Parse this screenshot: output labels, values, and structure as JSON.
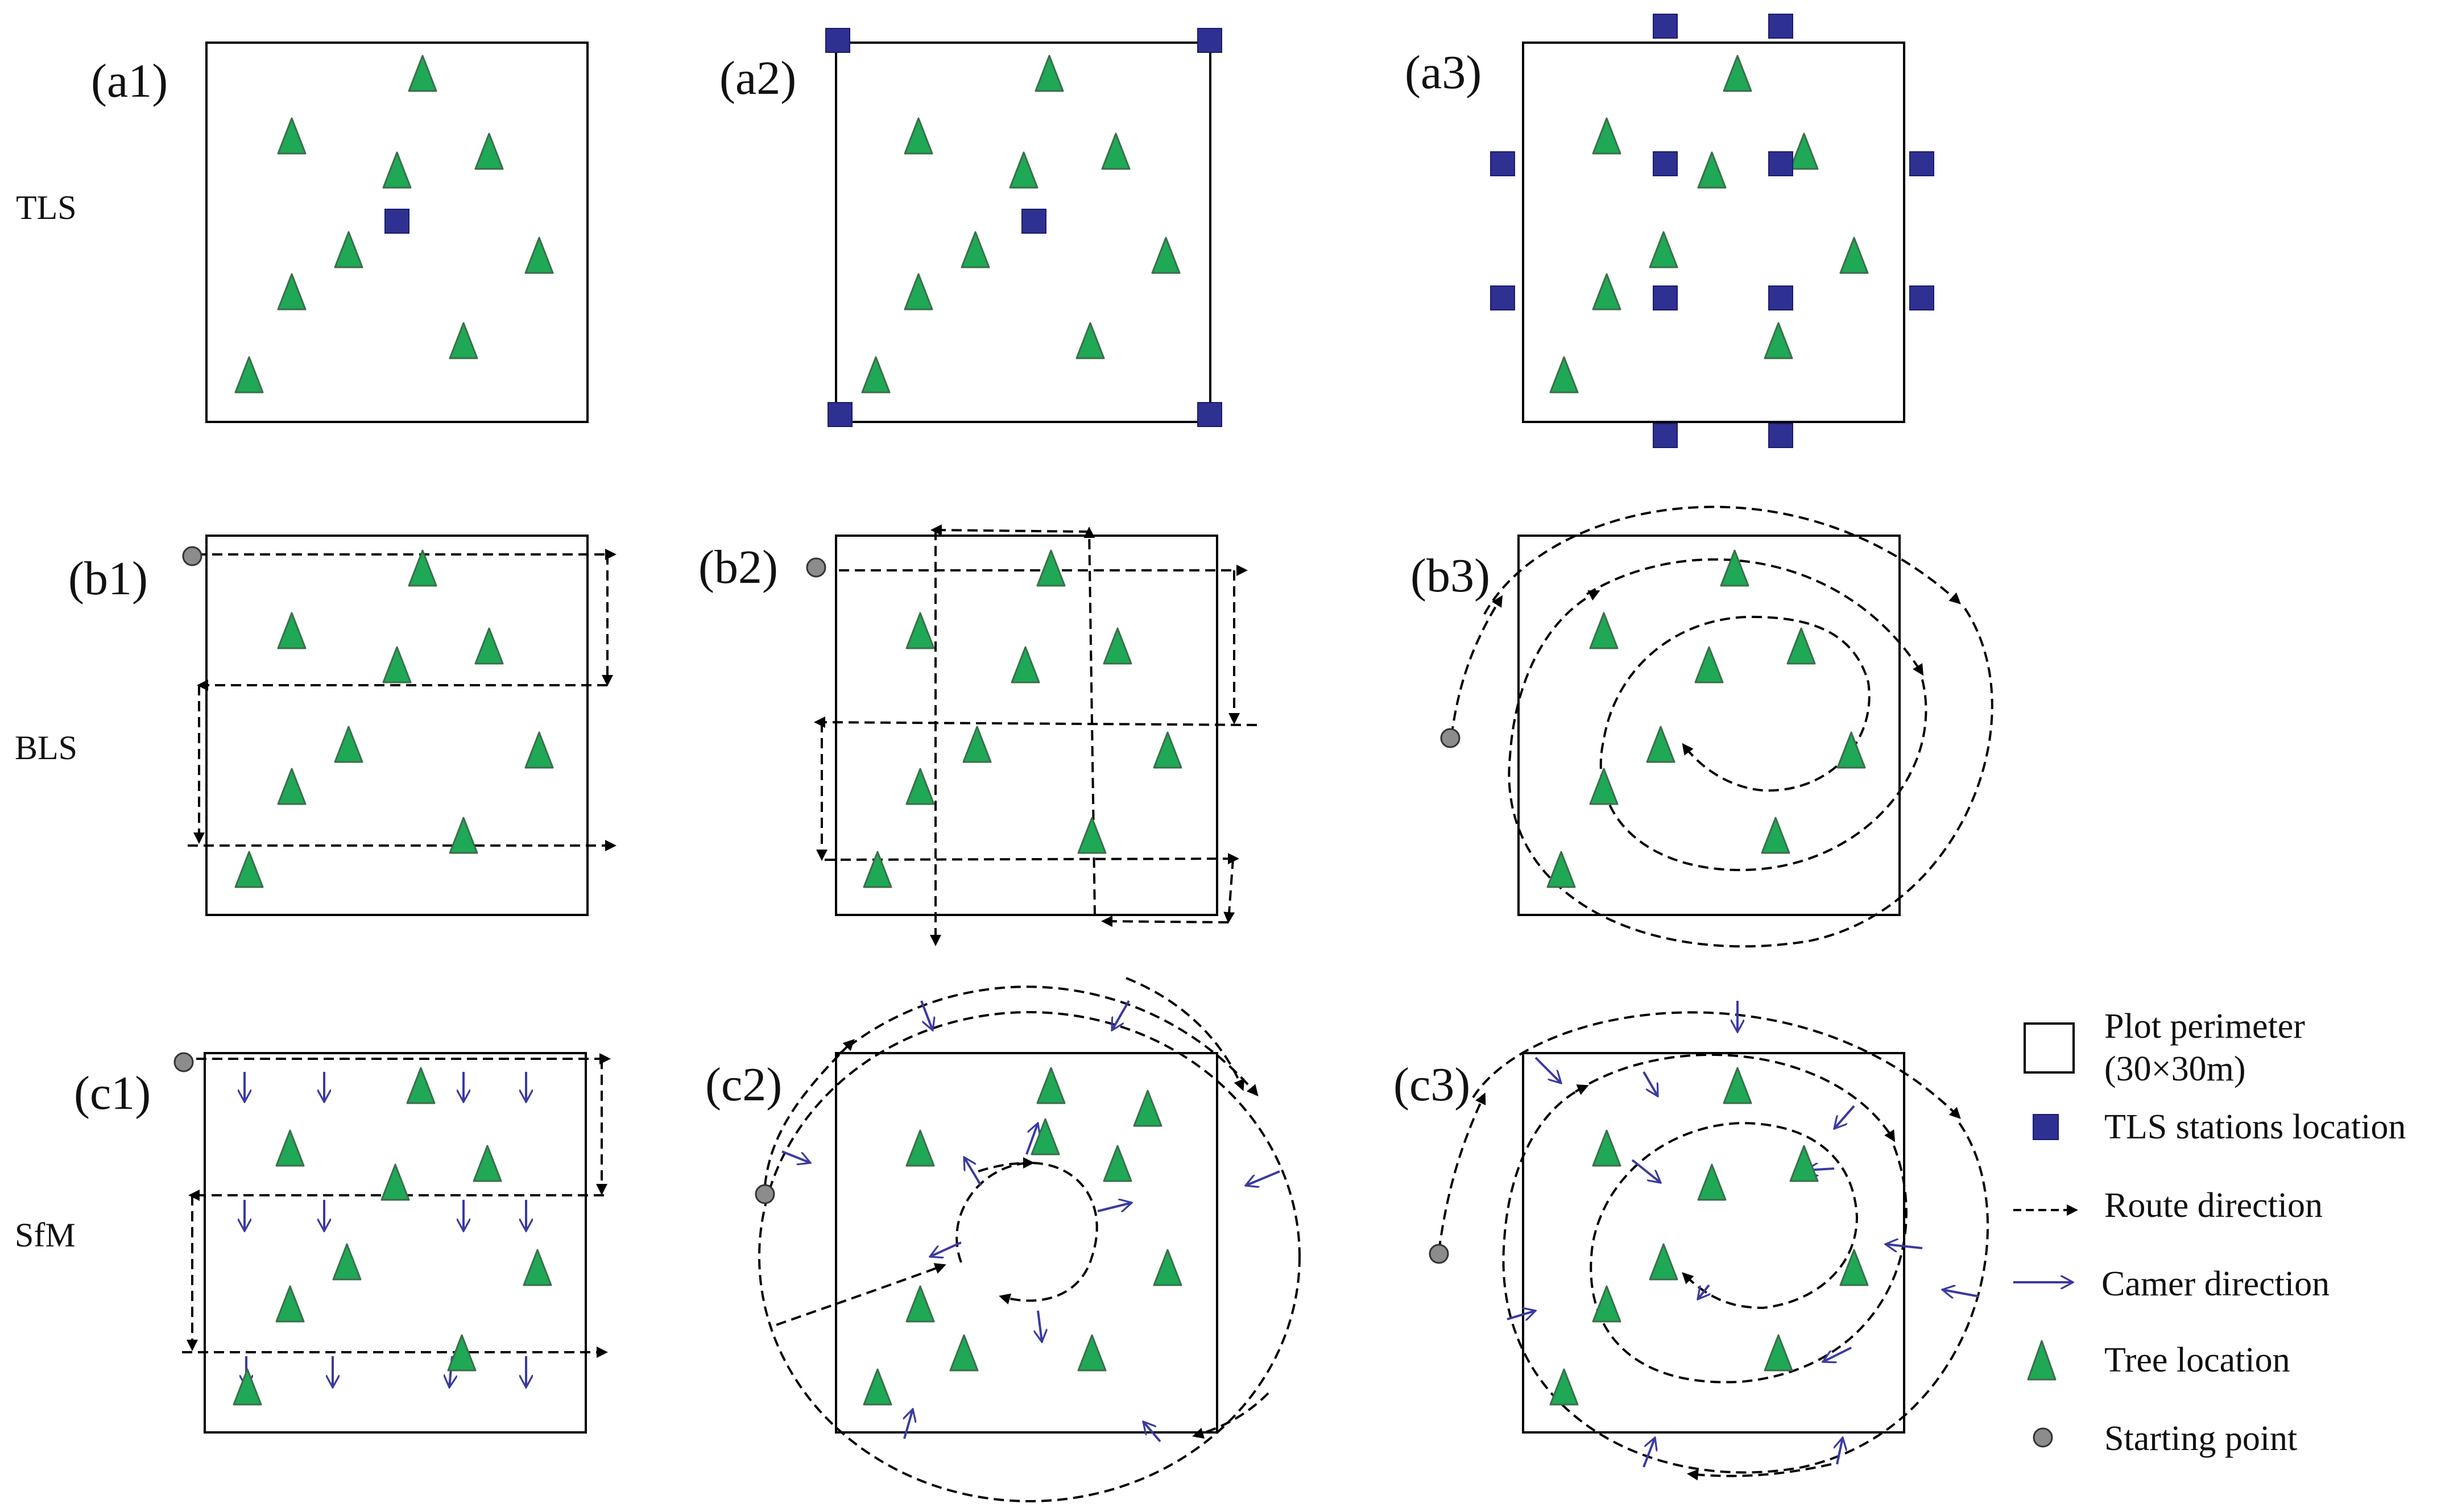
{
  "rows": {
    "tls": "TLS",
    "bls": "BLS",
    "sfm": "SfM"
  },
  "panels": {
    "a1": "(a1)",
    "a2": "(a2)",
    "a3": "(a3)",
    "b1": "(b1)",
    "b2": "(b2)",
    "b3": "(b3)",
    "c1": "(c1)",
    "c2": "(c2)",
    "c3": "(c3)"
  },
  "legend": {
    "plot_perimeter_line1": "Plot perimeter",
    "plot_perimeter_line2": "(30×30m)",
    "tls_stations": "TLS  stations location",
    "route_direction": "Route direction",
    "camera_direction": "Camer direction",
    "tree_location": "Tree location",
    "starting_point": "Starting point"
  },
  "colors": {
    "tree_fill": "#1fa855",
    "tree_stroke": "#3b6e4a",
    "station_fill": "#2e3192",
    "camera_arrow": "#3a3aa0",
    "route": "#000000",
    "start_point": "#8c8c8c",
    "plot_border": "#000000"
  }
}
